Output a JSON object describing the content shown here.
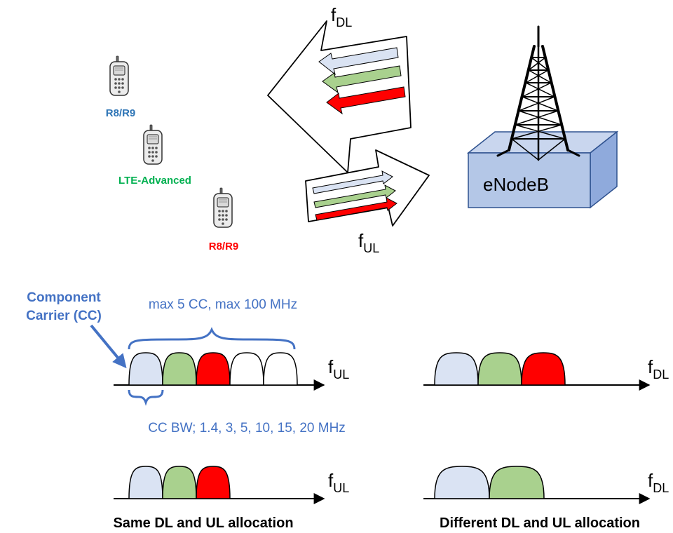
{
  "arrows": {
    "downlink": {
      "label_main": "f",
      "label_sub": "DL"
    },
    "uplink": {
      "label_main": "f",
      "label_sub": "UL"
    }
  },
  "phones": [
    {
      "label": "R8/R9",
      "color": "#2E75B6"
    },
    {
      "label": "LTE-Advanced",
      "color": "#00B050"
    },
    {
      "label": "R8/R9",
      "color": "#FF0000"
    }
  ],
  "tower": {
    "label": "eNodeB"
  },
  "annotations": {
    "component_carrier": [
      "Component",
      "Carrier (CC)"
    ],
    "max_cc": "max 5 CC, max 100 MHz",
    "cc_bw": "CC BW; 1.4, 3, 5, 10, 15, 20 MHz"
  },
  "spectrum_panels": [
    {
      "axis_main": "f",
      "axis_sub": "UL",
      "carriers": [
        "light-blue",
        "green",
        "red",
        "empty",
        "empty"
      ]
    },
    {
      "axis_main": "f",
      "axis_sub": "DL",
      "carriers": [
        "light-blue",
        "green",
        "red"
      ]
    },
    {
      "axis_main": "f",
      "axis_sub": "UL",
      "carriers": [
        "light-blue",
        "green",
        "red"
      ]
    },
    {
      "axis_main": "f",
      "axis_sub": "DL",
      "carriers": [
        "light-blue",
        "green"
      ]
    }
  ],
  "captions": {
    "left": "Same DL and UL allocation",
    "right": "Different DL and UL allocation"
  },
  "colors": {
    "light_blue": "#DAE3F3",
    "green": "#A9D18E",
    "red": "#FF0000",
    "annotation_blue": "#4472C4",
    "box_fill": "#B4C7E7",
    "box_side": "#8FAADC",
    "box_stroke": "#2F528F",
    "phone_r8_top": "#2E75B6",
    "phone_lte": "#00B050",
    "phone_r8_bottom": "#FF0000"
  }
}
